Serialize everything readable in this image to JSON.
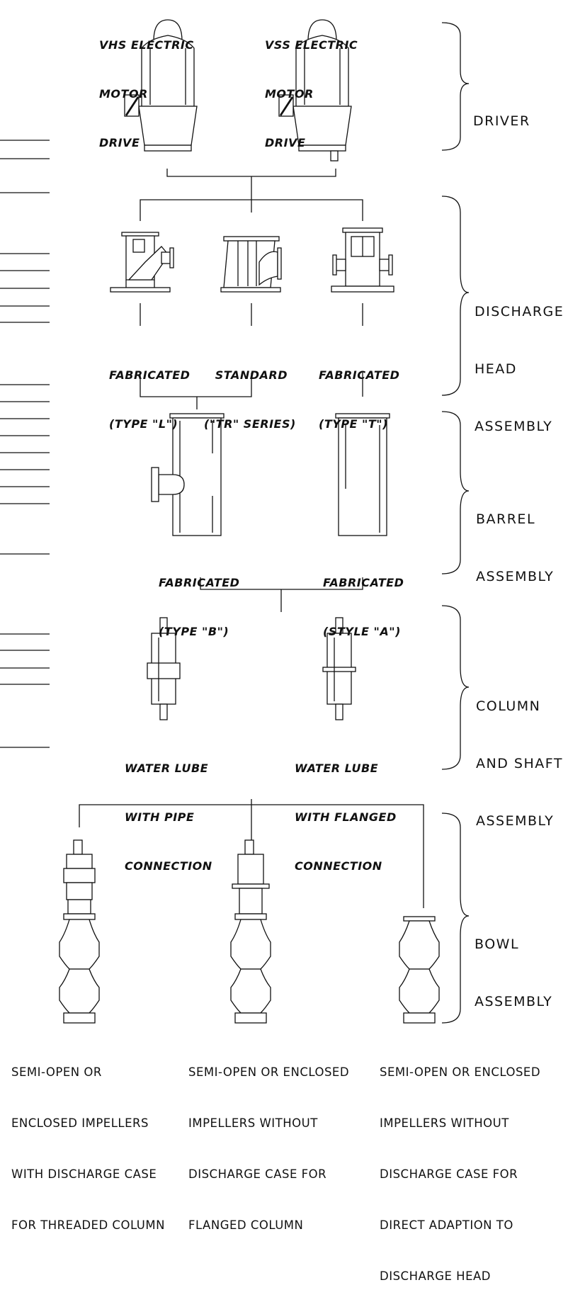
{
  "drivers": {
    "vhs": [
      "VHS ELECTRIC",
      "MOTOR",
      "DRIVE"
    ],
    "vss": [
      "VSS ELECTRIC",
      "MOTOR",
      "DRIVE"
    ]
  },
  "sections": {
    "driver": [
      "DRIVER"
    ],
    "discharge_head": [
      "DISCHARGE",
      "HEAD",
      "ASSEMBLY"
    ],
    "barrel": [
      "BARREL",
      "ASSEMBLY"
    ],
    "column_shaft": [
      "COLUMN",
      "AND SHAFT",
      "ASSEMBLY"
    ],
    "bowl": [
      "BOWL",
      "ASSEMBLY"
    ]
  },
  "discharge_heads": {
    "type_l": [
      "FABRICATED",
      "(TYPE \"L\")"
    ],
    "tr_series": [
      "STANDARD",
      "(\"TR\" SERIES)"
    ],
    "type_t": [
      "FABRICATED",
      "(TYPE \"T\")"
    ]
  },
  "barrels": {
    "type_b": [
      "FABRICATED",
      "(TYPE \"B\")"
    ],
    "style_a": [
      "FABRICATED",
      "(STYLE \"A\")"
    ]
  },
  "columns": {
    "pipe": [
      "WATER LUBE",
      "WITH PIPE",
      "CONNECTION"
    ],
    "flanged": [
      "WATER LUBE",
      "WITH FLANGED",
      "CONNECTION"
    ]
  },
  "bowls": {
    "threaded": [
      "SEMI-OPEN OR",
      "ENCLOSED IMPELLERS",
      "WITH DISCHARGE CASE",
      "FOR THREADED COLUMN"
    ],
    "flanged": [
      "SEMI-OPEN OR ENCLOSED",
      "IMPELLERS WITHOUT",
      "DISCHARGE CASE FOR",
      "FLANGED COLUMN"
    ],
    "direct": [
      "SEMI-OPEN OR ENCLOSED",
      "IMPELLERS WITHOUT",
      "DISCHARGE CASE FOR",
      "DIRECT ADAPTION TO",
      "DISCHARGE HEAD"
    ]
  }
}
